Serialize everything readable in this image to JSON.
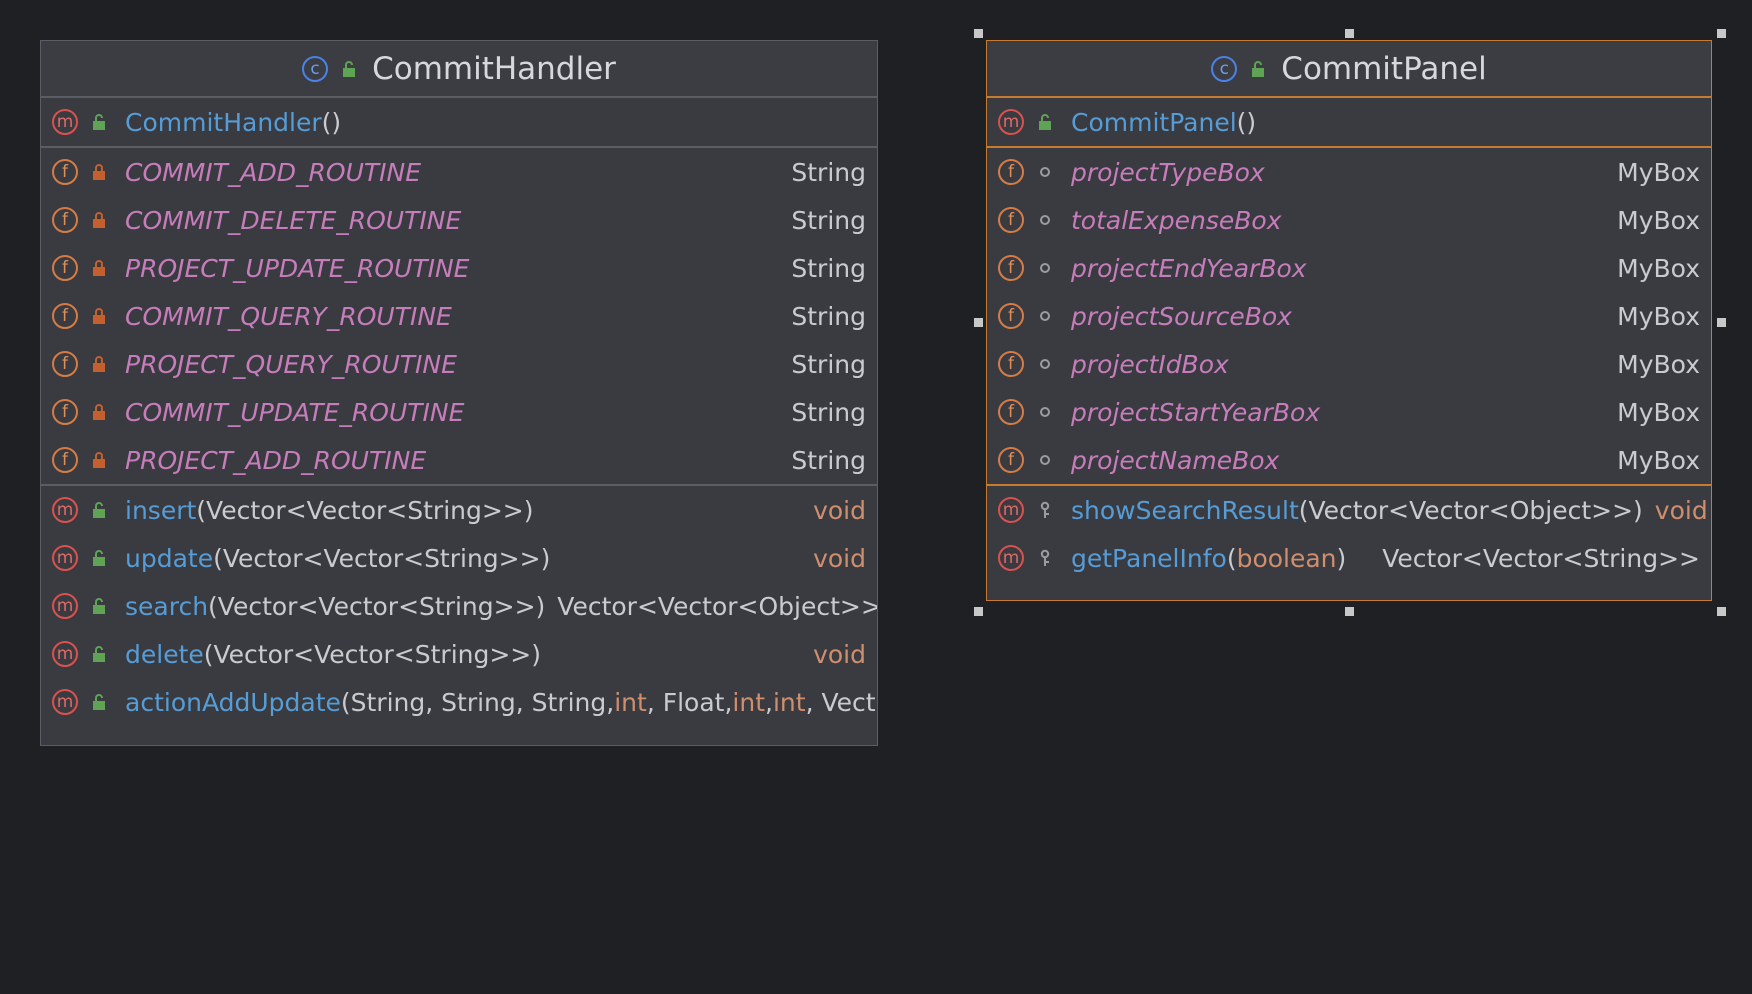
{
  "diagram": {
    "classes": [
      {
        "name": "CommitHandler",
        "constructor": {
          "name": "CommitHandler",
          "params": "()"
        },
        "fields": [
          {
            "name": "COMMIT_ADD_ROUTINE",
            "type": "String"
          },
          {
            "name": "COMMIT_DELETE_ROUTINE",
            "type": "String"
          },
          {
            "name": "PROJECT_UPDATE_ROUTINE",
            "type": "String"
          },
          {
            "name": "COMMIT_QUERY_ROUTINE",
            "type": "String"
          },
          {
            "name": "PROJECT_QUERY_ROUTINE",
            "type": "String"
          },
          {
            "name": "COMMIT_UPDATE_ROUTINE",
            "type": "String"
          },
          {
            "name": "PROJECT_ADD_ROUTINE",
            "type": "String"
          }
        ],
        "methods": [
          {
            "name": "insert",
            "params": "(Vector<Vector<String>>)",
            "return": "void"
          },
          {
            "name": "update",
            "params": "(Vector<Vector<String>>)",
            "return": "void"
          },
          {
            "name": "search",
            "params": "(Vector<Vector<String>>)",
            "return": "Vector<Vector<Object>>"
          },
          {
            "name": "delete",
            "params": "(Vector<Vector<String>>)",
            "return": "void"
          },
          {
            "name": "actionAddUpdate",
            "params_parts": [
              "(String, String, String, ",
              "int",
              ", Float, ",
              "int",
              ", ",
              "int",
              ", Vect"
            ]
          }
        ]
      },
      {
        "name": "CommitPanel",
        "constructor": {
          "name": "CommitPanel",
          "params": "()"
        },
        "fields": [
          {
            "name": "projectTypeBox",
            "type": "MyBox"
          },
          {
            "name": "totalExpenseBox",
            "type": "MyBox"
          },
          {
            "name": "projectEndYearBox",
            "type": "MyBox"
          },
          {
            "name": "projectSourceBox",
            "type": "MyBox"
          },
          {
            "name": "projectIdBox",
            "type": "MyBox"
          },
          {
            "name": "projectStartYearBox",
            "type": "MyBox"
          },
          {
            "name": "projectNameBox",
            "type": "MyBox"
          }
        ],
        "methods": [
          {
            "name": "showSearchResult",
            "params": "(Vector<Vector<Object>>)",
            "return": "void"
          },
          {
            "name": "getPanelInfo",
            "params_parts": [
              "(",
              "boolean",
              ")"
            ],
            "return": "Vector<Vector<String>>"
          }
        ]
      }
    ],
    "icons": {
      "class": "class-icon",
      "method": "method-icon",
      "field": "field-icon",
      "public": "public-unlock-icon",
      "private": "private-lock-icon",
      "package": "package-dot-icon",
      "protected": "protected-key-icon"
    },
    "colors": {
      "background": "#1f2023",
      "panel": "#393b40",
      "selection": "#c77a32",
      "method_name": "#569cd6",
      "field_name": "#c77dbb",
      "keyword": "#cf8e6d"
    }
  }
}
